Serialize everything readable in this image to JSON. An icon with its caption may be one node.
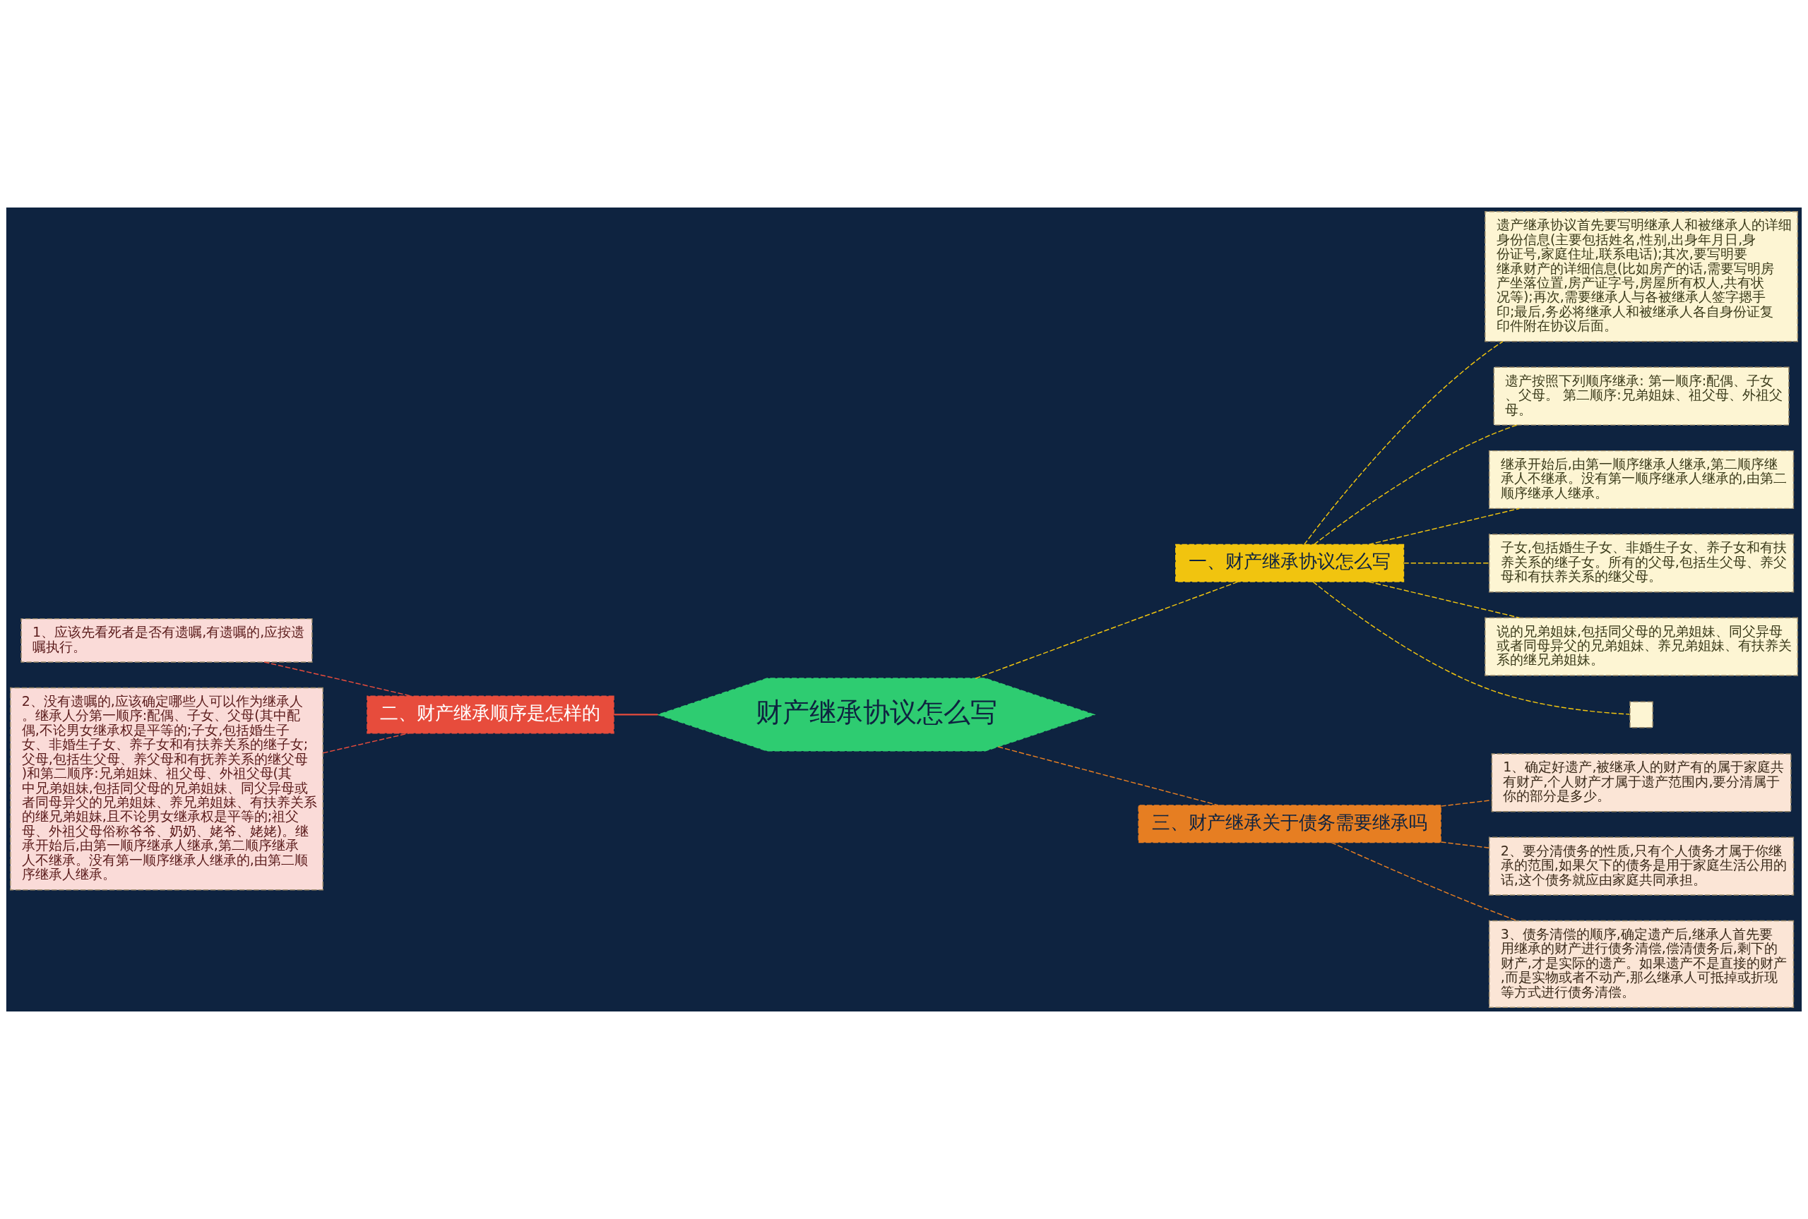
{
  "diagram": {
    "nodes": [
      {
        "text": [
          "财产继承协议怎么写"
        ]
      },
      {
        "text": [
          "一、财产继承协议怎么写"
        ]
      },
      {
        "text": [
          "遗产继承协议首先要写明继承人和被继承人的详细身份信息(主要包括姓名,性别,出身年月日,身份证号,家庭住址,联系电话);其次,要写明要继承财产的详细信息(比如房产的话,需要写明房产坐落位置,房产证字号,房屋所有权人,共有状况等);再次,需要继承人与各被继承人签字摁手印;最后,务必将继承人和被继承人各自身份证复印件附在协议后面。"
        ]
      },
      {
        "text": [
          "遗产按照下列顺序继承: 第一顺序:配偶、子女、父母。 第二顺序:兄弟姐妹、祖父母、外祖父母。"
        ]
      },
      {
        "text": [
          "继承开始后,由第一顺序继承人继承,第二顺序继承人不继承。没有第一顺序继承人继承的,由第二顺序继承人继承。"
        ]
      },
      {
        "text": [
          "子女,包括婚生子女、非婚生子女、养子女和有扶养关系的继子女。所有的父母,包括生父母、养父母和有扶养关系的继父母。"
        ]
      },
      {
        "text": [
          "说的兄弟姐妹,包括同父母的兄弟姐妹、同父异母或者同母异父的兄弟姐妹、养兄弟姐妹、有扶养关系的继兄弟姐妹。"
        ]
      },
      {
        "text": [],
        "shape": "box"
      },
      {
        "text": [
          "二、财产继承顺序是怎样的"
        ]
      },
      {
        "text": [
          "1、应该先看死者是否有遗嘱,有遗嘱的,应按遗嘱执行。"
        ]
      },
      {
        "text": [
          "2、没有遗嘱的,应该确定哪些人可以作为继承人。继承人分第一顺序:配偶、子女、父母(其中配偶,不论男女继承权是平等的;子女,包括婚生子女、非婚生子女、养子女和有扶养关系的继子女;父母,包括生父母、养父母和有抚养关系的继父母)和第二顺序:兄弟姐妹、祖父母、外祖父母(其中兄弟姐妹,包括同父母的兄弟姐妹、同父异母或者同母异父的兄弟姐妹、养兄弟姐妹、有扶养关系的继兄弟姐妹,且不论男女继承权是平等的;祖父母、外祖父母俗称爷爷、奶奶、姥爷、姥姥)。继承开始后,由第一顺序继承人继承,第二顺序继承人不继承。没有第一顺序继承人继承的,由第二顺序继承人继承。"
        ]
      },
      {
        "text": [
          "三、财产继承关于债务需要继承吗"
        ]
      },
      {
        "text": [
          "1、确定好遗产,被继承人的财产有的属于家庭共有财产,个人财产才属于遗产范围内,要分清属于你的部分是多少。"
        ]
      },
      {
        "text": [
          "2、要分清债务的性质,只有个人债务才属于你继承的范围,如果欠下的债务是用于家庭生活公用的话,这个债务就应由家庭共同承担。"
        ]
      },
      {
        "text": [
          "3、债务清偿的顺序,确定遗产后,继承人首先要用继承的财产进行债务清偿,偿清债务后,剩下的财产,才是实际的遗产。如果遗产不是直接的财产,而是实物或者不动产,那么继承人可抵掉或折现等方式进行债务清偿。"
        ]
      }
    ],
    "edges": [
      {
        "from": 0,
        "to": 1,
        "arrow": "none",
        "style": "dashed",
        "color": "#f1c40f"
      },
      {
        "from": 1,
        "to": 2,
        "arrow": "none",
        "style": "dashed",
        "color": "#f1c40f"
      },
      {
        "from": 1,
        "to": 3,
        "arrow": "none",
        "style": "dashed",
        "color": "#f1c40f"
      },
      {
        "from": 1,
        "to": 4,
        "arrow": "none",
        "style": "dashed",
        "color": "#f1c40f"
      },
      {
        "from": 1,
        "to": 5,
        "arrow": "none",
        "style": "dashed",
        "color": "#f1c40f"
      },
      {
        "from": 1,
        "to": 6,
        "arrow": "none",
        "style": "dashed",
        "color": "#f1c40f"
      },
      {
        "from": 1,
        "to": 7,
        "arrow": "none",
        "style": "dashed",
        "color": "#f1c40f"
      },
      {
        "from": 8,
        "to": 0,
        "arrow": "none",
        "color": "#e74c3c"
      },
      {
        "from": 9,
        "to": 8,
        "arrow": "none",
        "style": "dashed",
        "color": "#e74c3c"
      },
      {
        "from": 10,
        "to": 8,
        "arrow": "none",
        "style": "dashed",
        "color": "#e74c3c"
      },
      {
        "from": 0,
        "to": 11,
        "arrow": "none",
        "style": "dashed",
        "color": "#e67e22"
      },
      {
        "from": 11,
        "to": 12,
        "arrow": "none",
        "style": "dashed",
        "color": "#e67e22"
      },
      {
        "from": 11,
        "to": 13,
        "arrow": "none",
        "style": "dashed",
        "color": "#e67e22"
      },
      {
        "from": 11,
        "to": 14,
        "arrow": "none",
        "style": "dashed",
        "color": "#e67e22"
      }
    ]
  }
}
